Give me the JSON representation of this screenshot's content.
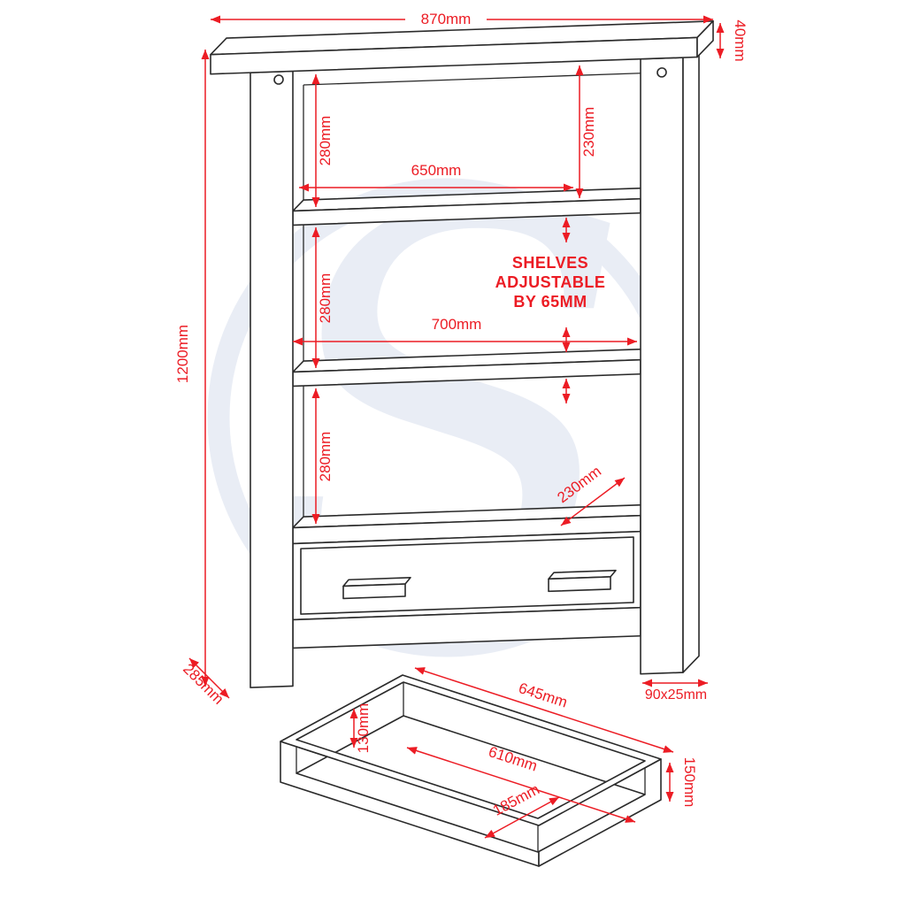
{
  "watermark": {
    "letter": "S"
  },
  "colors": {
    "dimension_red": "#ec1c24",
    "line_black": "#2a2a2a",
    "watermark_blue_grey": "#e9edf5",
    "background": "#ffffff"
  },
  "bookcase": {
    "dims": {
      "overall_width": "870mm",
      "top_thickness": "40mm",
      "overall_height": "1200mm",
      "overall_depth": "285mm",
      "upper_section_height": "280mm",
      "upper_right_height": "230mm",
      "shelf_width": "650mm",
      "middle_section_height": "280mm",
      "inner_width": "700mm",
      "lower_section_height": "280mm",
      "shelf_depth": "230mm",
      "plinth_size": "90x25mm"
    },
    "note": {
      "line1": "SHELVES",
      "line2": "ADJUSTABLE",
      "line3": "BY 65MM"
    }
  },
  "drawer": {
    "dims": {
      "outer_width": "645mm",
      "inner_height": "130mm",
      "inner_width": "610mm",
      "inner_depth": "185mm",
      "side_height": "150mm"
    }
  }
}
